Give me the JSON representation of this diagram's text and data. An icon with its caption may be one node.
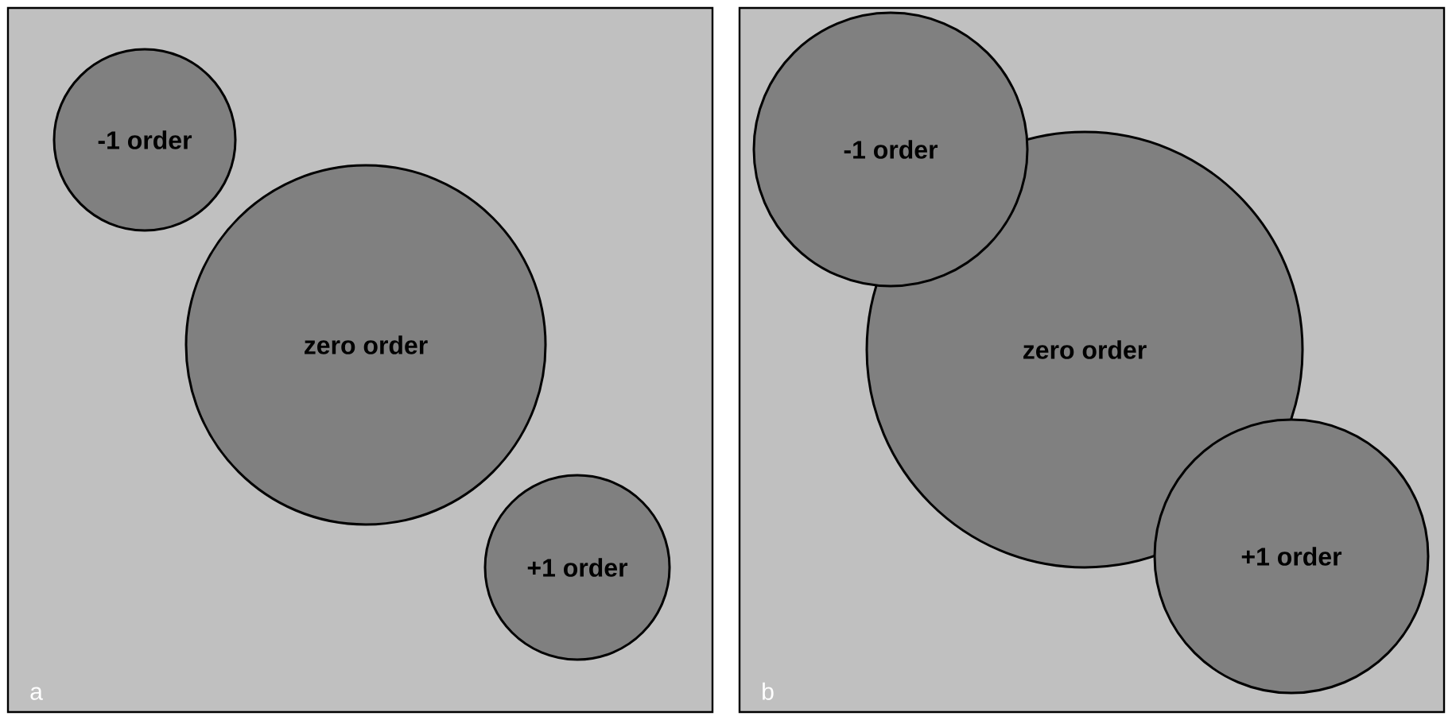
{
  "diagram": {
    "nodes": [
      {
        "text": [
          "a"
        ]
      },
      {
        "text": [
          "-1 order"
        ],
        "in": 0
      },
      {
        "text": [
          "zero order"
        ],
        "in": 0
      },
      {
        "text": [
          "+1 order"
        ],
        "in": 0
      },
      {
        "text": [
          "b"
        ]
      },
      {
        "text": [
          "-1 order"
        ],
        "in": 4
      },
      {
        "text": [
          "zero order"
        ],
        "in": 4
      },
      {
        "text": [
          "+1 order"
        ],
        "in": 4
      }
    ]
  }
}
